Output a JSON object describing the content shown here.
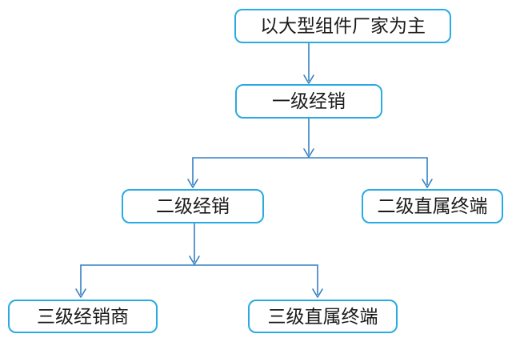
{
  "colors": {
    "node_border": "#29abe2",
    "connector": "#3580c4",
    "text": "#1a1a1a",
    "background": "#ffffff"
  },
  "diagram": {
    "type": "flowchart",
    "direction": "top-down",
    "nodes": [
      {
        "id": "root",
        "label": "以大型组件厂家为主"
      },
      {
        "id": "level1-dist",
        "label": "一级经销"
      },
      {
        "id": "level2-dist",
        "label": "二级经销"
      },
      {
        "id": "level2-terminal",
        "label": "二级直属终端"
      },
      {
        "id": "level3-dist",
        "label": "三级经销商"
      },
      {
        "id": "level3-terminal",
        "label": "三级直属终端"
      }
    ],
    "edges": [
      {
        "from": "root",
        "to": "level1-dist"
      },
      {
        "from": "level1-dist",
        "to": "level2-dist"
      },
      {
        "from": "level1-dist",
        "to": "level2-terminal"
      },
      {
        "from": "level2-dist",
        "to": "level3-dist"
      },
      {
        "from": "level2-dist",
        "to": "level3-terminal"
      }
    ]
  }
}
